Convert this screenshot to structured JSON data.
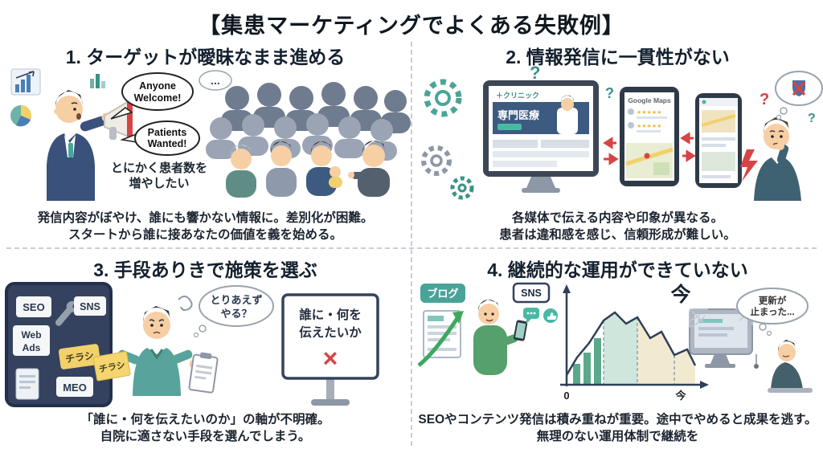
{
  "title": "【集患マーケティングでよくある失敗例】",
  "colors": {
    "teal": "#3a9188",
    "navy": "#2e4057",
    "red": "#d64545",
    "yellow": "#f2d16b"
  },
  "q1": {
    "heading": "1. ターゲットが曖昧なまま進める",
    "bubble1": [
      "Anyone",
      "Welcome!"
    ],
    "bubble2": [
      "Patients",
      "Wanted!"
    ],
    "crowd_bubble": "...",
    "caption": [
      "とにかく患者数を",
      "増やしたい"
    ],
    "desc": [
      "発信内容がぼやけ、誰にも響かない情報に。差別化が困難。",
      "スタートから誰に接あなたの価値を義を始める。"
    ]
  },
  "q2": {
    "heading": "2. 情報発信に一貫性がない",
    "site_logo": "＋クリニック",
    "site_banner": "専門医療",
    "maps_label": "Google Maps",
    "stars": "★★★★★",
    "question_mark": "?",
    "desc": [
      "各媒体で伝える内容や印象が異なる。",
      "患者は違和感を感じ、信頼形成が難しい。"
    ]
  },
  "q3": {
    "heading": "3. 手段ありきで施策を選ぶ",
    "tags": {
      "seo": "SEO",
      "sns": "SNS",
      "webads": [
        "Web",
        "Ads"
      ],
      "chirashi": "チラシ",
      "meo": "MEO"
    },
    "flyer": "チラシ",
    "thought": [
      "とりあえず",
      "やる？"
    ],
    "sign": [
      "誰に・何を",
      "伝えたいか"
    ],
    "sign_mark": "×",
    "desc": [
      "「誰に・何を伝えたいのか」の軸が不明確。",
      "自院に適さない手段を選んでしまう。"
    ]
  },
  "q4": {
    "heading": "4. 継続的な運用ができていない",
    "blog_label": "ブログ",
    "sns_label": "SNS",
    "now_big": "今",
    "axis": {
      "zero": "0",
      "now": "今"
    },
    "bubble": [
      "更新が",
      "止まった..."
    ],
    "desc": [
      "SEOやコンテンツ発信は積み重ねが重要。途中でやめると成果を逃す。",
      "無理のない運用体制で継続を"
    ]
  }
}
